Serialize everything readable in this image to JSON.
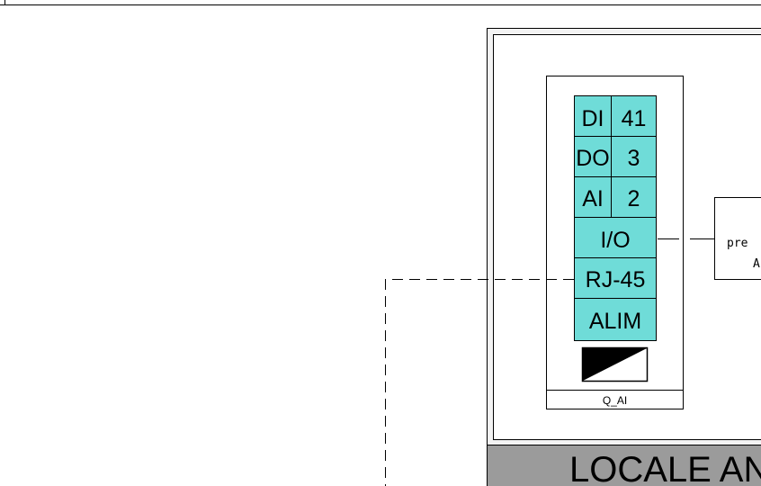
{
  "colors": {
    "module_fill": "#6fdcd8",
    "banner_fill": "#9b9b9b",
    "frame_fill": "#f3f3f3",
    "line": "#000000"
  },
  "module": {
    "rows": [
      {
        "left": "DI",
        "right": "41"
      },
      {
        "left": "DO",
        "right": "3"
      },
      {
        "left": "AI",
        "right": "2"
      }
    ],
    "io_label": "I/O",
    "rj45_label": "RJ-45",
    "alim_label": "ALIM",
    "name": "Q_AI",
    "icon": "power-supply-icon"
  },
  "side_box": {
    "line1": "pre",
    "line2": "A"
  },
  "banner": {
    "text": "LOCALE ANTI"
  }
}
